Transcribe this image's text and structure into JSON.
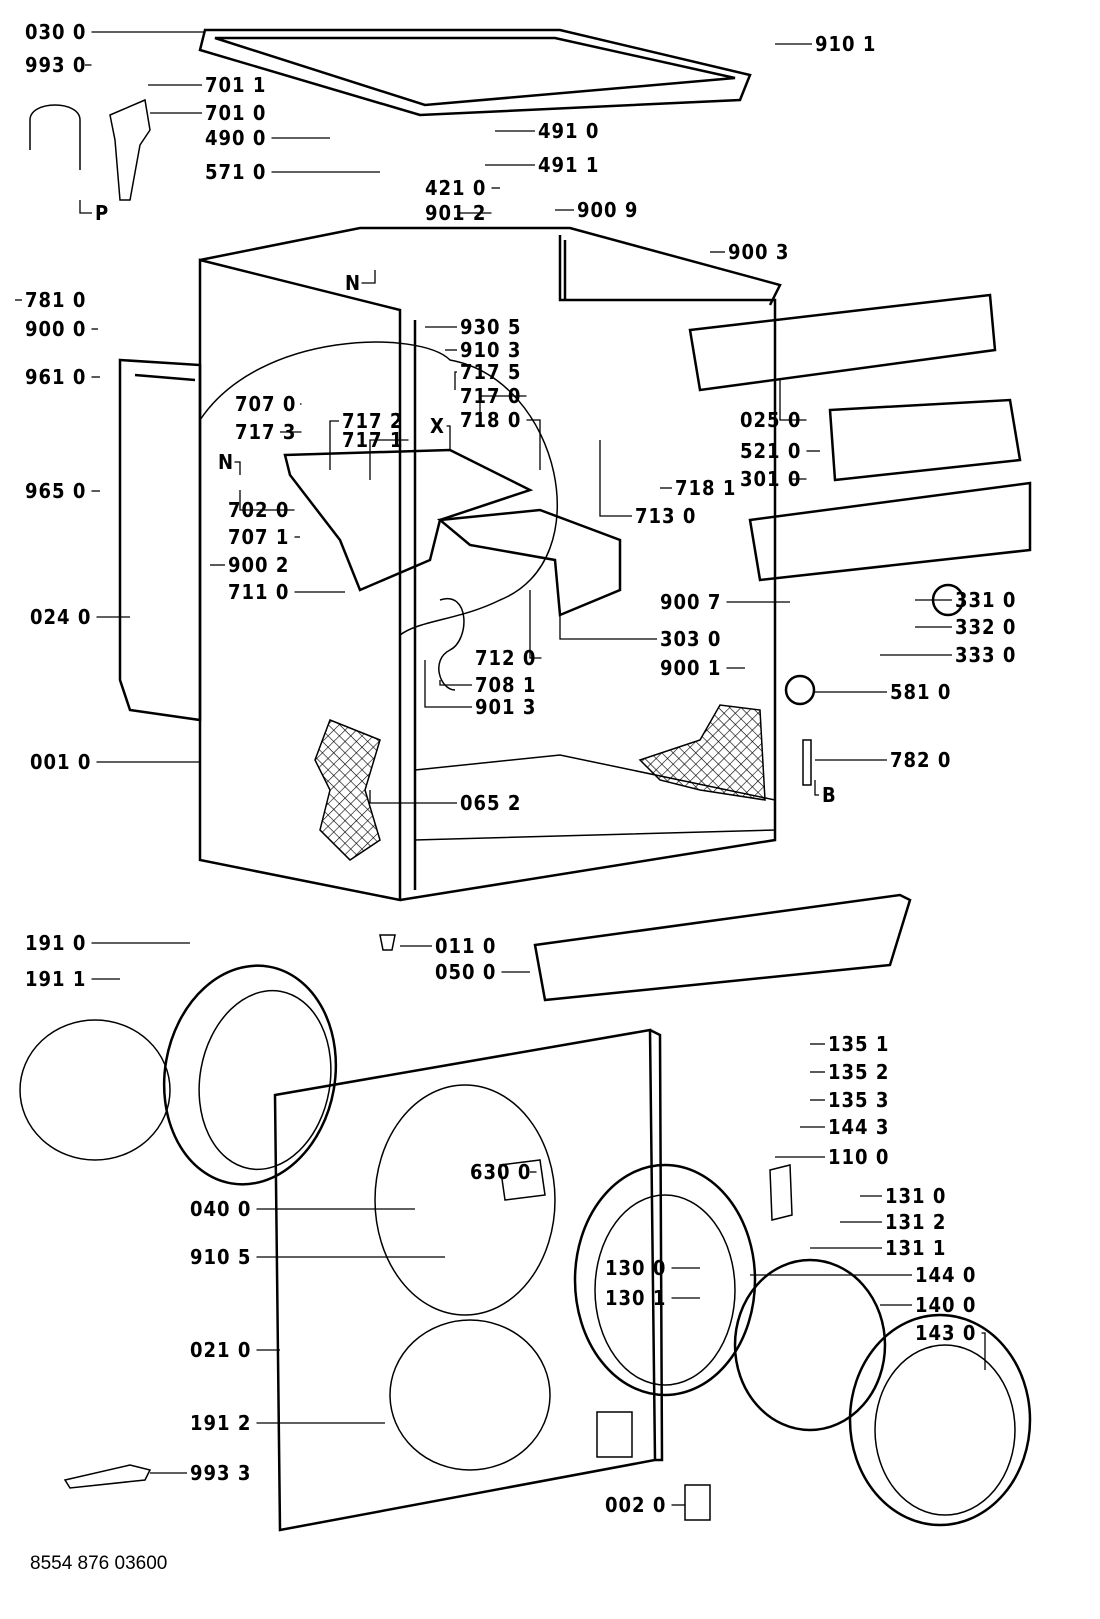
{
  "diagram": {
    "labels": [
      "030 0",
      "993 0",
      "701 1",
      "701 0",
      "490 0",
      "491 0",
      "491 1",
      "571 0",
      "421 0",
      "901 2",
      "900 9",
      "900 3",
      "910 1",
      "P",
      "N",
      "781 0",
      "900 0",
      "930 5",
      "910 3",
      "717 5",
      "717 0",
      "718 0",
      "961 0",
      "707 0",
      "717 2",
      "717 3",
      "717 1",
      "X",
      "025 0",
      "521 0",
      "301 0",
      "N",
      "965 0",
      "718 1",
      "702 0",
      "707 1",
      "713 0",
      "900 2",
      "711 0",
      "024 0",
      "331 0",
      "900 7",
      "332 0",
      "303 0",
      "712 0",
      "333 0",
      "900 1",
      "708 1",
      "901 3",
      "581 0",
      "001 0",
      "782 0",
      "B",
      "065 2",
      "191 0",
      "011 0",
      "191 1",
      "050 0",
      "135 1",
      "135 2",
      "135 3",
      "144 3",
      "110 0",
      "630 0",
      "131 0",
      "040 0",
      "131 2",
      "131 1",
      "910 5",
      "130 0",
      "144 0",
      "130 1",
      "140 0",
      "143 0",
      "021 0",
      "191 2",
      "993 3",
      "002 0"
    ],
    "document_code": "8554 876 03600"
  }
}
